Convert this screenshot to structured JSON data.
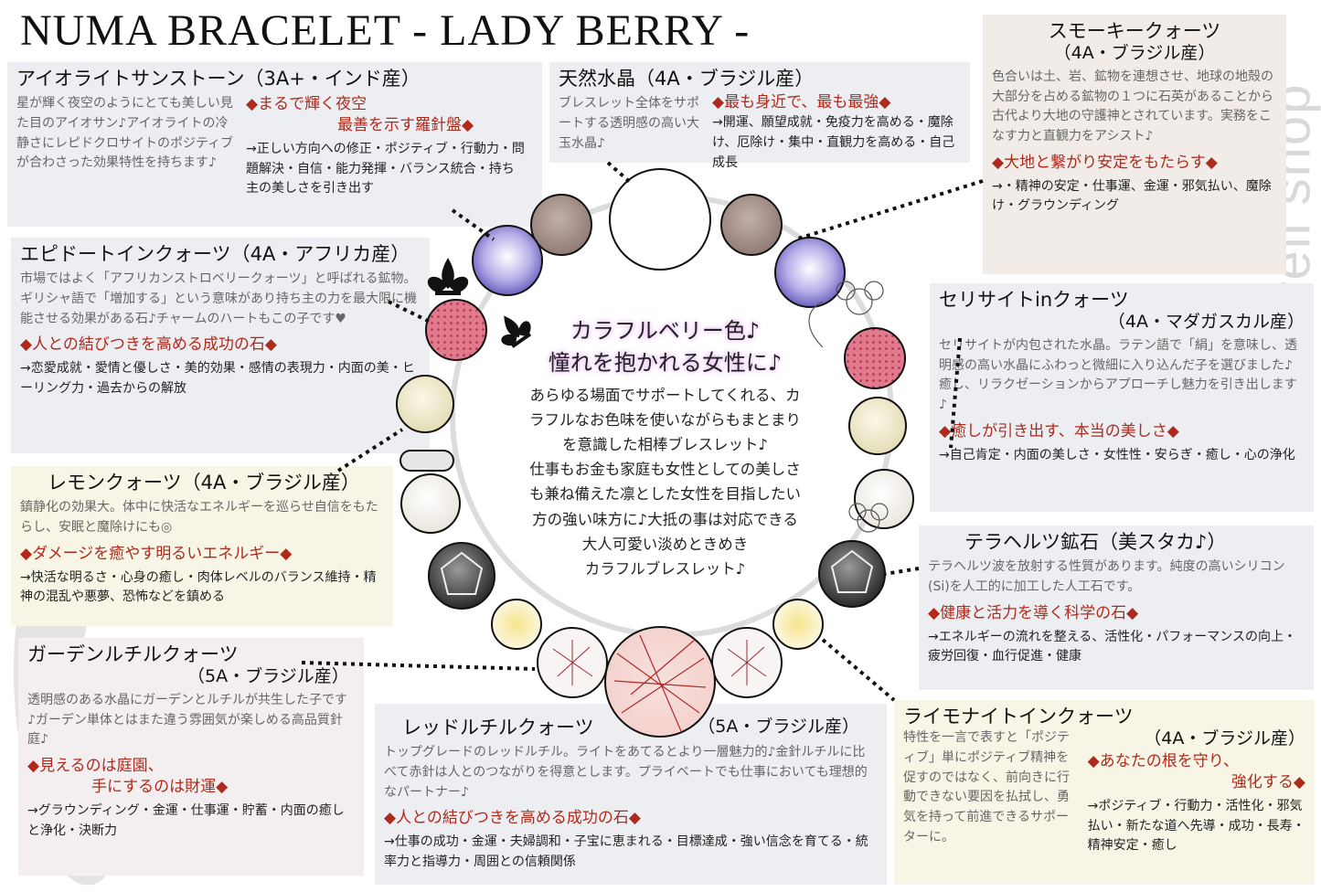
{
  "header": {
    "title": "NUMA BRACELET - LADY BERRY -"
  },
  "watermark": {
    "text": "bettewell shop"
  },
  "center": {
    "catch1": "カラフルベリー色♪",
    "catch2": "憧れを抱かれる女性に♪",
    "lines": [
      "あらゆる場面でサポートしてくれる、カ",
      "ラフルなお色味を使いながらもまとまり",
      "を意識した相棒ブレスレット♪",
      "仕事もお金も家庭も女性としての美しさ",
      "も兼ね備えた凛とした女性を目指したい",
      "方の強い味方に♪大抵の事は対応できる",
      "大人可愛い淡めときめき",
      "カラフルブレスレット♪"
    ]
  },
  "stones": {
    "iolite": {
      "name": "アイオライトサンストーン（3A+・インド産）",
      "desc": "星が輝く夜空のようにとても美しい見た目のアイオサン♪アイオライトの冷静さにレピドクロサイトのポジティブが合わさった効果特性を持ちます♪",
      "key1": "◆まるで輝く夜空",
      "key2": "最善を示す羅針盤◆",
      "effects": "→正しい方向への修正・ポジティブ・行動力・問題解決・自信・能力発揮・バランス統合・持ち主の美しさを引き出す"
    },
    "crystal": {
      "name": "天然水晶（4A・ブラジル産）",
      "desc": "ブレスレット全体をサポートする透明感の高い大玉水晶♪",
      "key": "◆最も身近で、最も最強◆",
      "effects": "→開運、願望成就・免疫力を高める・魔除け、厄除け・集中・直観力を高める・自己成長"
    },
    "smoky": {
      "name": "スモーキークォーツ",
      "origin": "（4A・ブラジル産）",
      "desc": "色合いは土、岩、鉱物を連想させ、地球の地殻の大部分を占める鉱物の１つに石英があることから古代より大地の守護神とされています。実務をこなす力と直観力をアシスト♪",
      "key": "◆大地と繋がり安定をもたらす◆",
      "effects": "→・精神の安定・仕事運、金運・邪気払い、魔除け・グラウンディング"
    },
    "epidote": {
      "name": "エピドートインクォーツ（4A・アフリカ産）",
      "desc": "市場ではよく「アフリカンストロベリークォーツ」と呼ばれる鉱物。ギリシャ語で「増加する」という意味があり持ち主の力を最大限に機能させる効果がある石♪チャームのハートもこの子です♥",
      "key": "◆人との結びつきを高める成功の石◆",
      "effects": "→恋愛成就・愛情と優しさ・美的効果・感情の表現力・内面の美・ヒーリング力・過去からの解放"
    },
    "sericite": {
      "name": "セリサイトinクォーツ",
      "origin": "（4A・マダガスカル産）",
      "desc": "セリサイトが内包された水晶。ラテン語で「絹」を意味し、透明感の高い水晶にふわっと微細に入り込んだ子を選びました♪癒し、リラクゼーションからアプローチし魅力を引き出します♪",
      "key": "◆癒しが引き出す、本当の美しさ◆",
      "effects": "→自己肯定・内面の美しさ・女性性・安らぎ・癒し・心の浄化"
    },
    "lemon": {
      "name": "レモンクォーツ（4A・ブラジル産）",
      "desc": "鎮静化の効果大。体中に快活なエネルギーを巡らせ自信をもたらし、安眠と魔除けにも◎",
      "key": "◆ダメージを癒やす明るいエネルギー◆",
      "effects": "→快活な明るさ・心身の癒し・肉体レベルのバランス維持・精神の混乱や悪夢、恐怖などを鎮める"
    },
    "terahertz": {
      "name": "テラヘルツ鉱石（美スタカ♪）",
      "desc": "テラヘルツ波を放射する性質があります。純度の高いシリコン(Si)を人工的に加工した人工石です。",
      "key": "◆健康と活力を導く科学の石◆",
      "effects": "→エネルギーの流れを整える、活性化・パフォーマンスの向上・疲労回復・血行促進・健康"
    },
    "garden": {
      "name": "ガーデンルチルクォーツ",
      "origin": "（5A・ブラジル産）",
      "desc": "透明感のある水晶にガーデンとルチルが共生した子です♪ガーデン単体とはまた違う雰囲気が楽しめる高品質針庭♪",
      "key1": "◆見えるのは庭園、",
      "key2": "手にするのは財運◆",
      "effects": "→グラウンディング・金運・仕事運・貯蓄・内面の癒しと浄化・決断力"
    },
    "redrutile": {
      "name": "レッドルチルクォーツ",
      "origin": "（5A・ブラジル産）",
      "desc": "トップグレードのレッドルチル。ライトをあてるとより一層魅力的♪金針ルチルに比べて赤針は人とのつながりを得意とします。プライベートでも仕事においても理想的なパートナー♪",
      "key": "◆人との結びつきを高める成功の石◆",
      "effects": "→仕事の成功・金運・夫婦調和・子宝に恵まれる・目標達成・強い信念を育てる・統率力と指導力・周囲との信頼関係"
    },
    "limonite": {
      "name": "ライモナイトインクォーツ",
      "origin": "（4A・ブラジル産）",
      "desc": "特性を一言で表すと「ポジティブ」単にポジティブ精神を促すのではなく、前向きに行動できない要因を払拭し、勇気を持って前進できるサポーターに。",
      "key1": "◆あなたの根を守り、",
      "key2": "強化する◆",
      "effects": "→ポジティブ・行動力・活性化・邪気払い・新たな道へ先導・成功・長寿・精神安定・癒し"
    }
  },
  "colors": {
    "accent_red": "#b02a1c",
    "iolite": "#7b6fc8",
    "smoky": "#a58f86",
    "strawberry": "#d9667a",
    "lemon": "#ece6c6",
    "sericite": "#f1ede5",
    "terahertz": "#3a3a3a",
    "redrutile": "#f3d0cc"
  }
}
